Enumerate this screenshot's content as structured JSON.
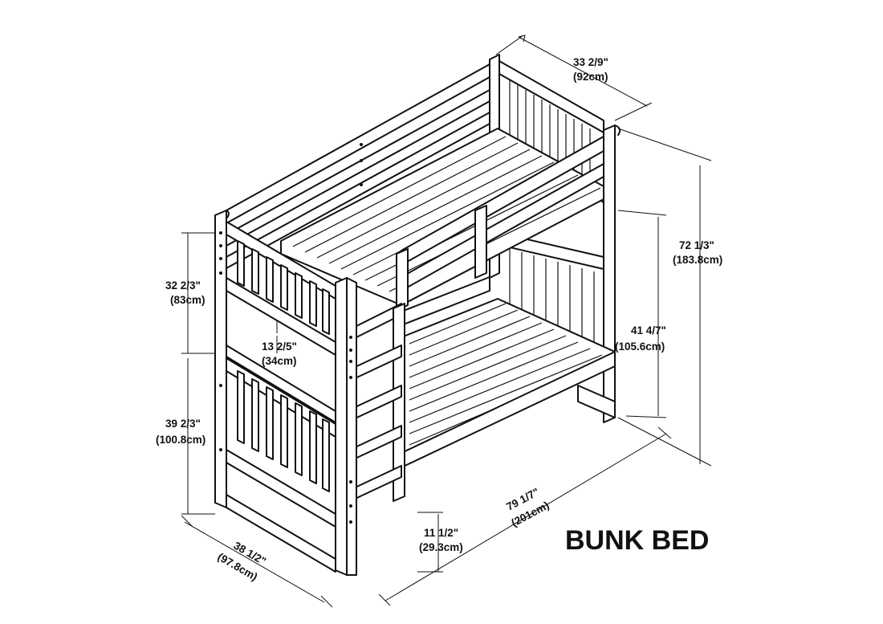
{
  "title": "BUNK BED",
  "dimensions": {
    "top_width": {
      "imperial": "33 2/9\"",
      "metric": "(92cm)"
    },
    "total_height": {
      "imperial": "72 1/3\"",
      "metric": "(183.8cm)"
    },
    "upper_section": {
      "imperial": "32 2/3\"",
      "metric": "(83cm)"
    },
    "guard_gap": {
      "imperial": "13 2/5\"",
      "metric": "(34cm)"
    },
    "lower_section": {
      "imperial": "39 2/3\"",
      "metric": "(100.8cm)"
    },
    "mid_height": {
      "imperial": "41 4/7\"",
      "metric": "(105.6cm)"
    },
    "length": {
      "imperial": "79 1/7\"",
      "metric": "(201cm)"
    },
    "clearance": {
      "imperial": "11 1/2\"",
      "metric": "(29.3cm)"
    },
    "depth": {
      "imperial": "38 1/2\"",
      "metric": "(97.8cm)"
    }
  }
}
